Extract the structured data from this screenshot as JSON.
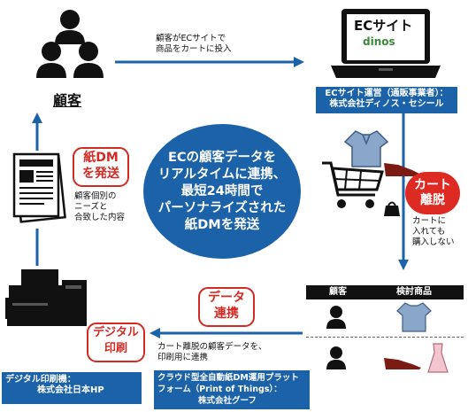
{
  "customer": {
    "label": "顧客"
  },
  "arrow_top": {
    "line1": "顧客がECサイトで",
    "line2": "商品をカートに投入"
  },
  "ec_site": {
    "screen_title": "ECサイト",
    "screen_logo": "dinos",
    "operator_line1": "ECサイト運営（通販事業者）：",
    "operator_line2": "株式会社ディノス・セシール"
  },
  "center": {
    "line1": "ECの顧客データを",
    "line2": "リアルタイムに連携、",
    "line3": "最短24時間で",
    "line4": "パーソナライズされた",
    "line5": "紙DMを発送"
  },
  "dm_label": {
    "line1": "紙DM",
    "line2": "を発送"
  },
  "dm_note": {
    "line1": "顧客個別の",
    "line2": "ニーズと",
    "line3": "合致した内容"
  },
  "cart_exit": {
    "badge_line1": "カート",
    "badge_line2": "離脱",
    "note_line1": "カートに",
    "note_line2": "入れても",
    "note_line3": "購入しない"
  },
  "table": {
    "col_customer": "顧客",
    "col_items": "検討商品"
  },
  "data_link": {
    "line1": "データ",
    "line2": "連携"
  },
  "digital_print": {
    "line1": "デジタル",
    "line2": "印刷"
  },
  "arrow_bottom": {
    "line1": "カート離脱の顧客データを、",
    "line2": "印刷用に連携"
  },
  "hp_box": {
    "line1": "デジタル印刷機：",
    "line2": "株式会社日本HP"
  },
  "goof_box": {
    "line1": "クラウド型全自動紙DM運用プラット",
    "line2": "フォーム（Print of Things）：",
    "line3": "株式会社グーフ"
  },
  "colors": {
    "blue": "#1b62a8",
    "red": "#d32a24",
    "green": "#3a8a3a"
  }
}
